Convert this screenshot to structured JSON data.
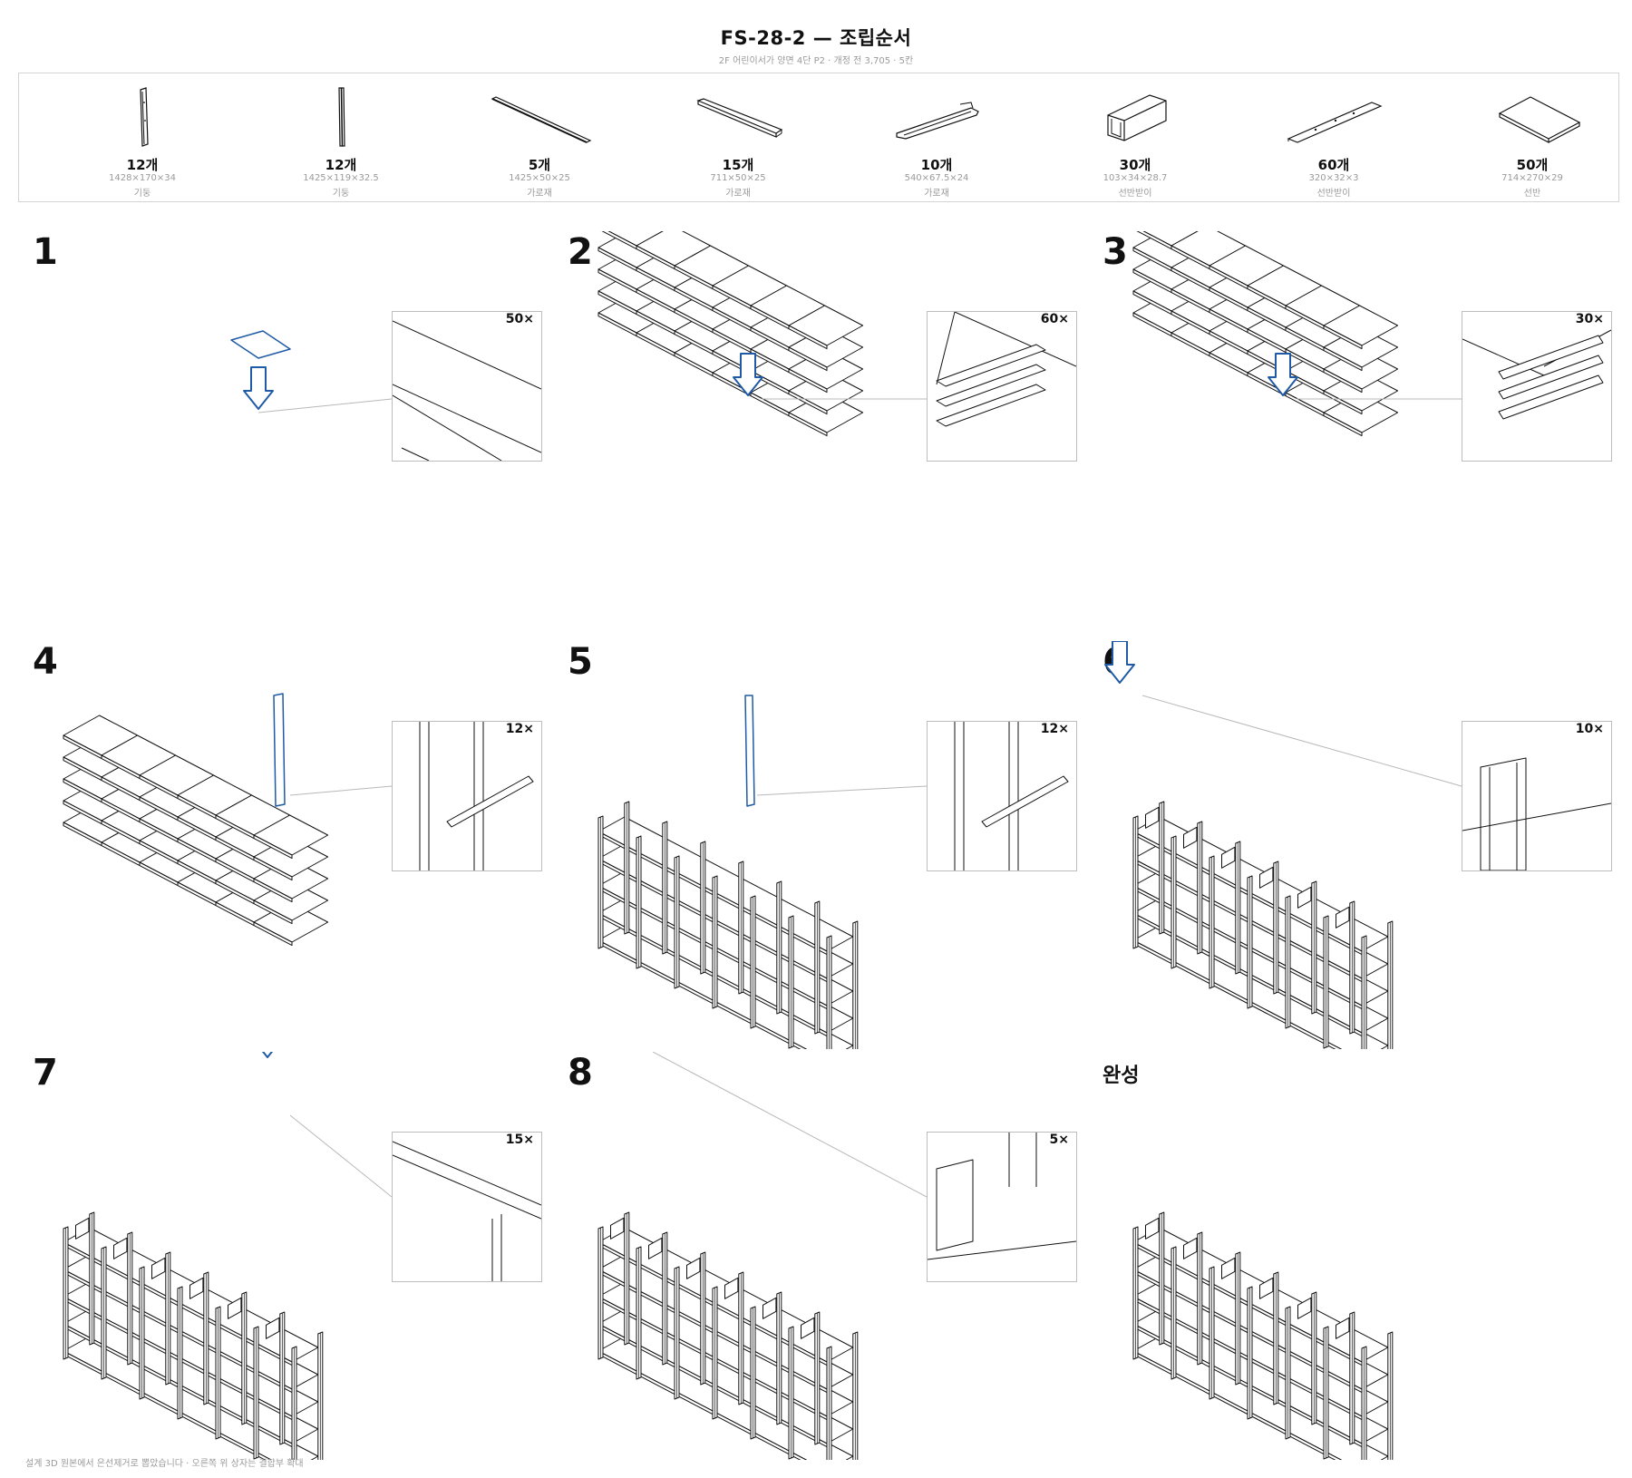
{
  "header": {
    "title": "FS-28-2 — 조립순서",
    "subtitle": "2F 어린이서가 양면 4단 P2 · 개정 전 3,705 · 5칸"
  },
  "parts": [
    {
      "qty": "12개",
      "dim": "1428×170×34",
      "name": "기둥",
      "icon": "post-icon"
    },
    {
      "qty": "12개",
      "dim": "1425×119×32.5",
      "name": "기둥",
      "icon": "post-icon"
    },
    {
      "qty": "5개",
      "dim": "1425×50×25",
      "name": "가로재",
      "icon": "long-beam-icon"
    },
    {
      "qty": "15개",
      "dim": "711×50×25",
      "name": "가로재",
      "icon": "beam-icon"
    },
    {
      "qty": "10개",
      "dim": "540×67.5×24",
      "name": "가로재",
      "icon": "rail-icon"
    },
    {
      "qty": "30개",
      "dim": "103×34×28.7",
      "name": "선반받이",
      "icon": "bracket-icon"
    },
    {
      "qty": "60개",
      "dim": "320×32×3",
      "name": "선반받이",
      "icon": "strip-icon"
    },
    {
      "qty": "50개",
      "dim": "714×270×29",
      "name": "선반",
      "icon": "shelf-board-icon"
    }
  ],
  "steps": [
    {
      "label": "1",
      "count": "50×",
      "stage": 0
    },
    {
      "label": "2",
      "count": "60×",
      "stage": 1
    },
    {
      "label": "3",
      "count": "30×",
      "stage": 2
    },
    {
      "label": "4",
      "count": "12×",
      "stage": 3
    },
    {
      "label": "5",
      "count": "12×",
      "stage": 4
    },
    {
      "label": "6",
      "count": "10×",
      "stage": 5
    },
    {
      "label": "7",
      "count": "15×",
      "stage": 6
    },
    {
      "label": "8",
      "count": "5×",
      "stage": 7
    },
    {
      "label": "완성",
      "count": "",
      "stage": 8
    }
  ],
  "footer": "설계 3D 원본에서 은선제거로 뽑았습니다 · 오른쪽 위 상자는 결합부 확대",
  "colors": {
    "highlight": "#1f5aa6",
    "line": "#111111",
    "guide": "#b8b8b8"
  }
}
